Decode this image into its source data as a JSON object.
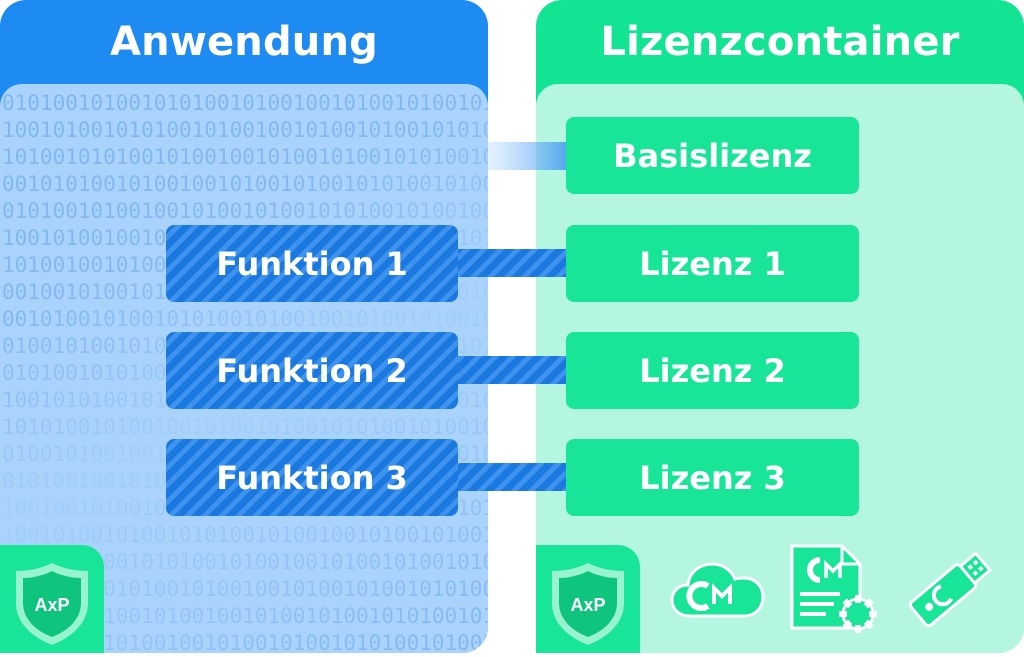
{
  "application": {
    "title": "Anwendung",
    "functions": [
      "Funktion 1",
      "Funktion 2",
      "Funktion 3"
    ],
    "badge": "AxP"
  },
  "license_container": {
    "title": "Lizenzcontainer",
    "base_license": "Basislizenz",
    "licenses": [
      "Lizenz 1",
      "Lizenz 2",
      "Lizenz 3"
    ],
    "badge": "AxP"
  },
  "icons": [
    "shield-icon",
    "cloud-cm-icon",
    "document-cm-gear-icon",
    "usb-dongle-icon"
  ],
  "colors": {
    "app_header": "#1d8bf2",
    "app_body": "#a9d3fb",
    "function_box": "#1a78df",
    "license_header": "#12e494",
    "license_body": "#b4f6df",
    "license_box": "#19e598"
  }
}
